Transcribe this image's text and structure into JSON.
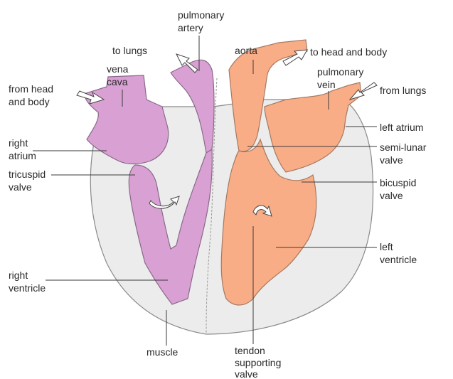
{
  "labels": {
    "pulmonary_artery": [
      "pulmonary",
      "artery"
    ],
    "to_lungs": "to lungs",
    "aorta": "aorta",
    "to_head_and_body": "to head and body",
    "vena_cava": [
      "vena",
      "cava"
    ],
    "from_head_and_body": [
      "from head",
      "and body"
    ],
    "pulmonary_vein": [
      "pulmonary",
      "vein"
    ],
    "from_lungs": "from lungs",
    "left_atrium": "left atrium",
    "right_atrium": [
      "right",
      "atrium"
    ],
    "semi_lunar_valve": [
      "semi-lunar",
      "valve"
    ],
    "tricuspid_valve": [
      "tricuspid",
      "valve"
    ],
    "bicuspid_valve": [
      "bicuspid",
      "valve"
    ],
    "left_ventricle": [
      "left",
      "ventricle"
    ],
    "right_ventricle": [
      "right",
      "ventricle"
    ],
    "muscle": "muscle",
    "tendon_supporting_valve": [
      "tendon",
      "supporting",
      "valve"
    ]
  },
  "colors": {
    "right_side": "#d9a0d4",
    "left_side": "#f9ad86",
    "muscle": "#ececec",
    "outline": "#8a8a8a"
  }
}
